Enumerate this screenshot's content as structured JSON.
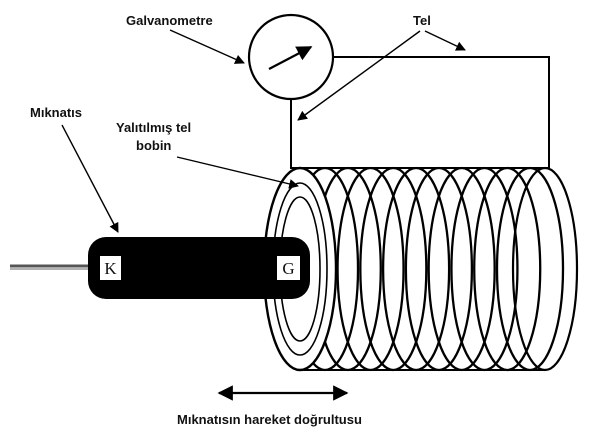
{
  "labels": {
    "galvanometer": "Galvanometre",
    "wire": "Tel",
    "magnet": "Mıknatıs",
    "coil_line1": "Yalıtılmış tel",
    "coil_line2": "bobin",
    "direction": "Mıknatısın hareket doğrultusu"
  },
  "poles": {
    "left": "K",
    "right": "G"
  }
}
